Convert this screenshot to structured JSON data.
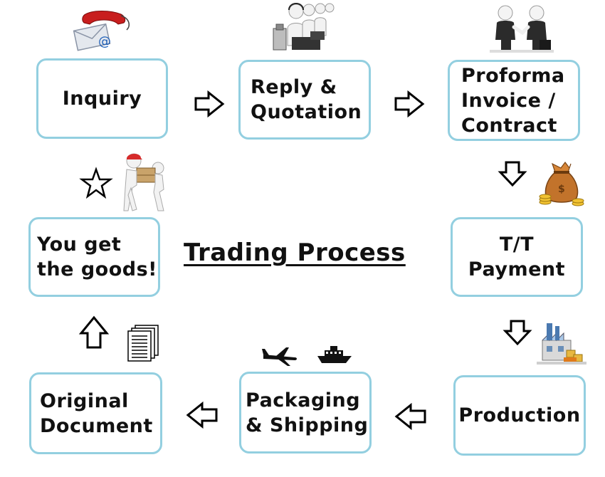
{
  "diagram": {
    "title": "Trading Process",
    "steps": {
      "inquiry": "Inquiry",
      "reply_quotation": "Reply &\nQuotation",
      "proforma": "Proforma\nInvoice /\nContract",
      "tt_payment": "T/T\nPayment",
      "production": "Production",
      "packaging_shipping": "Packaging\n& Shipping",
      "original_document": "Original\nDocument",
      "get_goods": "You get\nthe goods!"
    },
    "icons": [
      "phone-email-icon",
      "call-center-icon",
      "handshake-icon",
      "money-bag-icon",
      "factory-icon",
      "airplane-icon",
      "ship-icon",
      "documents-icon",
      "delivery-man-icon",
      "star-icon"
    ],
    "colors": {
      "box_border": "#93cfe0",
      "text": "#111111"
    }
  }
}
